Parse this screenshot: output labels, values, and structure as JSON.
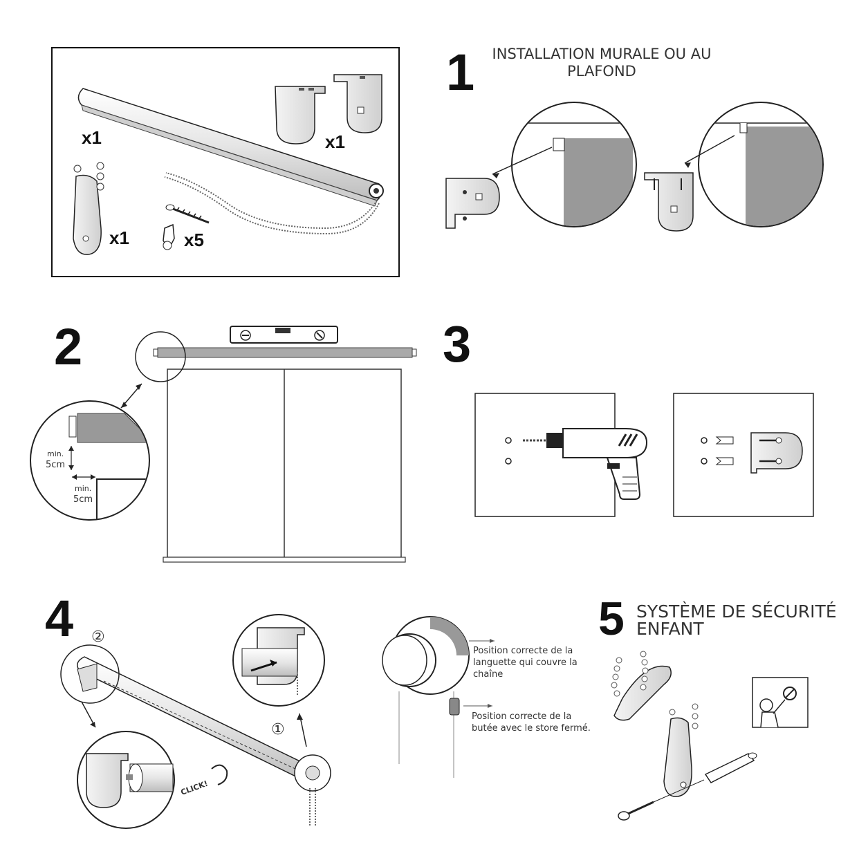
{
  "parts": {
    "roller_qty": "x1",
    "brackets_qty": "x1",
    "clip_qty": "x1",
    "screws_qty": "x5"
  },
  "step1": {
    "number": "1",
    "title_line1": "INSTALLATION MURALE OU AU",
    "title_line2": "PLAFOND"
  },
  "step2": {
    "number": "2",
    "min_label_1": "min.",
    "min_value_1": "5cm",
    "min_label_2": "min.",
    "min_value_2": "5cm"
  },
  "step3": {
    "number": "3"
  },
  "step4": {
    "number": "4",
    "circle_1": "①",
    "circle_2": "②",
    "click": "CLICK!",
    "note_1_line1": "Position correcte de la",
    "note_1_line2": "languette qui couvre la",
    "note_1_line3": "chaîne",
    "note_2_line1": "Position correcte de la",
    "note_2_line2": "butée avec le store fermé."
  },
  "step5": {
    "number": "5",
    "title_line1": "SYSTÈME DE SÉCURITÉ",
    "title_line2": "ENFANT"
  }
}
